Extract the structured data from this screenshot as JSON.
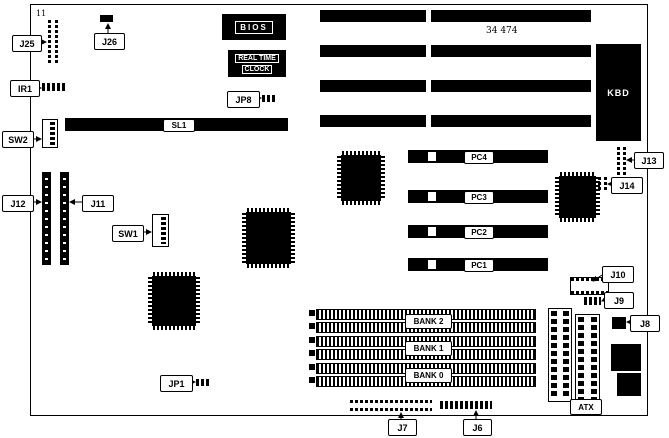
{
  "diagram": {
    "corner_mark": "11",
    "part_number": "34 474"
  },
  "colors": {
    "ink": "#000000",
    "paper": "#ffffff"
  },
  "chips": {
    "bios": "BIOS",
    "rtc_line1": "REAL TIME",
    "rtc_line2": "CLOCK",
    "kbd": "KBD"
  },
  "labels": {
    "j6": "J6",
    "j7": "J7",
    "j8": "J8",
    "j9": "J9",
    "j10": "J10",
    "j11": "J11",
    "j12": "J12",
    "j13": "J13",
    "j14": "J14",
    "j25": "J25",
    "j26": "J26",
    "jp1": "JP1",
    "jp8": "JP8",
    "ir1": "IR1",
    "sw1": "SW1",
    "sw2": "SW2",
    "sl1": "SL1",
    "pc1": "PC1",
    "pc2": "PC2",
    "pc3": "PC3",
    "pc4": "PC4",
    "bank0": "BANK 0",
    "bank1": "BANK 1",
    "bank2": "BANK 2",
    "atx": "ATX"
  }
}
